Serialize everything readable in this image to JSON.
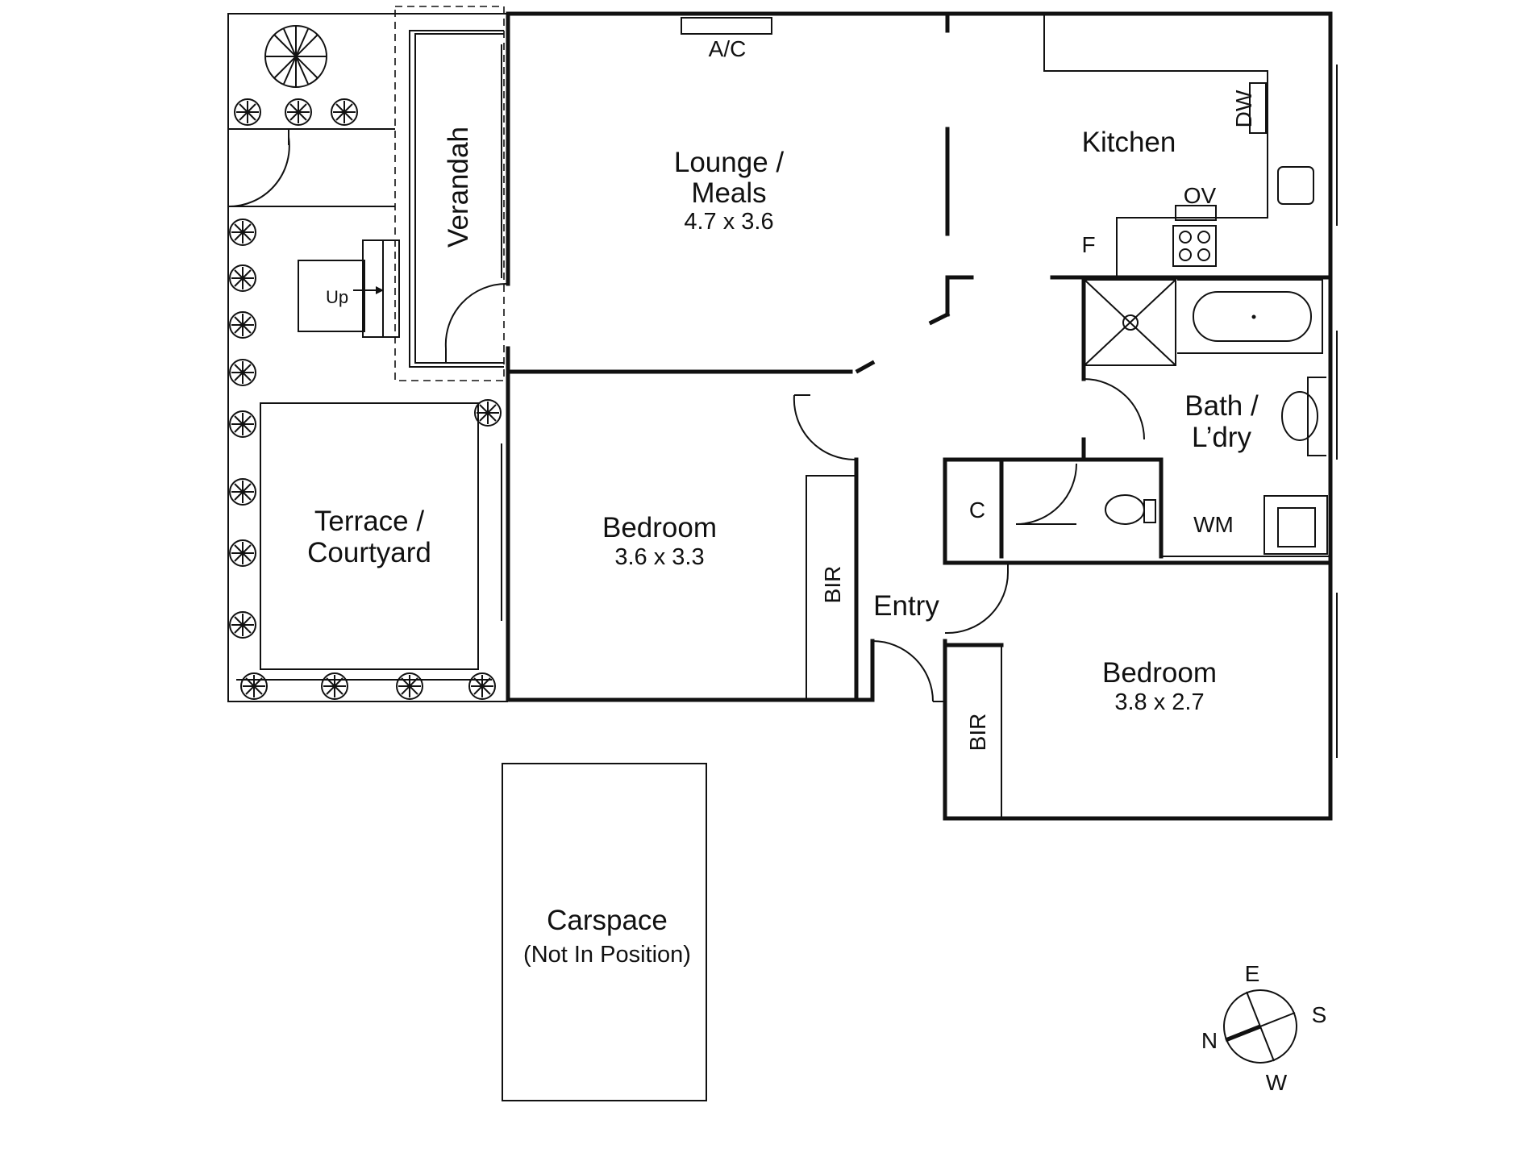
{
  "rooms": {
    "lounge": {
      "line1": "Lounge /",
      "line2": "Meals",
      "dims": "4.7 x 3.6"
    },
    "kitchen": {
      "label": "Kitchen"
    },
    "verandah": {
      "label": "Verandah"
    },
    "terrace": {
      "line1": "Terrace /",
      "line2": "Courtyard"
    },
    "bedroom1": {
      "label": "Bedroom",
      "dims": "3.6 x 3.3"
    },
    "bedroom2": {
      "label": "Bedroom",
      "dims": "3.8 x 2.7"
    },
    "bath": {
      "line1": "Bath /",
      "line2": "L’dry"
    },
    "entry": {
      "label": "Entry"
    },
    "carspace": {
      "line1": "Carspace",
      "line2": "(Not In Position)"
    }
  },
  "fixtures": {
    "ac": "A/C",
    "dw": "DW",
    "ov": "OV",
    "fridge": "F",
    "closet": "C",
    "wm": "WM",
    "bir1": "BIR",
    "bir2": "BIR",
    "stairs_up": "Up"
  },
  "compass": {
    "n": "N",
    "e": "E",
    "s": "S",
    "w": "W"
  }
}
